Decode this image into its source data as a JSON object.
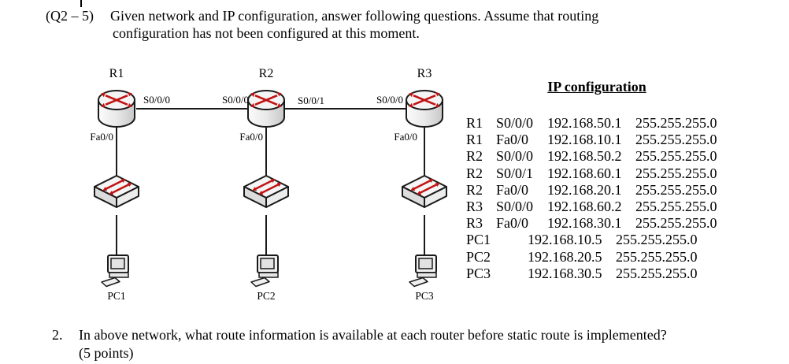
{
  "header": {
    "label": "(Q2 – 5)",
    "line1": "Given network and IP configuration, answer following questions. Assume that routing",
    "line2": "configuration has not been configured at this moment."
  },
  "diagram": {
    "columns": [
      {
        "router": "R1",
        "lan_iface": "Fa0/0",
        "pc": "PC1"
      },
      {
        "router": "R2",
        "lan_iface": "Fa0/0",
        "pc": "PC2"
      },
      {
        "router": "R3",
        "lan_iface": "Fa0/0",
        "pc": "PC3"
      }
    ],
    "links": [
      {
        "left_label": "S0/0/0",
        "right_label": "S0/0/0"
      },
      {
        "left_label": "S0/0/1",
        "right_label": "S0/0/0"
      }
    ]
  },
  "ip_table": {
    "title": "IP configuration",
    "rows": [
      {
        "device": "R1",
        "iface": "S0/0/0",
        "ip": "192.168.50.1",
        "mask": "255.255.255.0"
      },
      {
        "device": "R1",
        "iface": "Fa0/0",
        "ip": "192.168.10.1",
        "mask": "255.255.255.0"
      },
      {
        "device": "R2",
        "iface": "S0/0/0",
        "ip": "192.168.50.2",
        "mask": "255.255.255.0"
      },
      {
        "device": "R2",
        "iface": "S0/0/1",
        "ip": "192.168.60.1",
        "mask": "255.255.255.0"
      },
      {
        "device": "R2",
        "iface": "Fa0/0",
        "ip": "192.168.20.1",
        "mask": "255.255.255.0"
      },
      {
        "device": "R3",
        "iface": "S0/0/0",
        "ip": "192.168.60.2",
        "mask": "255.255.255.0"
      },
      {
        "device": "R3",
        "iface": "Fa0/0",
        "ip": "192.168.30.1",
        "mask": "255.255.255.0"
      },
      {
        "device": "PC1",
        "iface": "",
        "ip": "192.168.10.5",
        "mask": "255.255.255.0"
      },
      {
        "device": "PC2",
        "iface": "",
        "ip": "192.168.20.5",
        "mask": "255.255.255.0"
      },
      {
        "device": "PC3",
        "iface": "",
        "ip": "192.168.30.5",
        "mask": "255.255.255.0"
      }
    ]
  },
  "question": {
    "number": "2.",
    "text": "In above network, what route information is available at each router before static route is implemented?",
    "points": "(5 points)"
  },
  "colors": {
    "arrow_red": "#c11212",
    "line_black": "#1a1a1a"
  }
}
